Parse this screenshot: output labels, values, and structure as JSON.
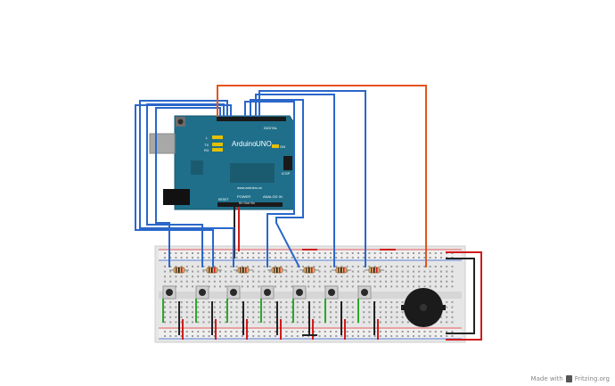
{
  "arduino": {
    "name_left": "Arduino",
    "name_right": "UNO",
    "on_label": "ON",
    "l_label": "L",
    "tx_label": "TX",
    "rx_label": "RX",
    "icsp_label": "ICSP",
    "digital_label": "DIGITAL",
    "power_label": "POWER",
    "analog_label": "ANALOG IN",
    "url": "www.arduino.cc",
    "reset_label": "RESET",
    "power_pins": "5V Gnd Vin"
  },
  "footer": {
    "made_with": "Made with",
    "brand": "Fritzing.org"
  },
  "colors": {
    "board": "#1f6f8b",
    "board_dark": "#175a71",
    "breadboard": "#e8e8e8",
    "wire_blue": "#2a67c9",
    "wire_orange": "#e5541b",
    "wire_red": "#d11b1b",
    "wire_black": "#222222",
    "wire_green": "#2aa82a",
    "buzzer": "#1a1a1a"
  },
  "components": {
    "pushbuttons": 7,
    "resistors": 7,
    "buzzers": 1
  }
}
